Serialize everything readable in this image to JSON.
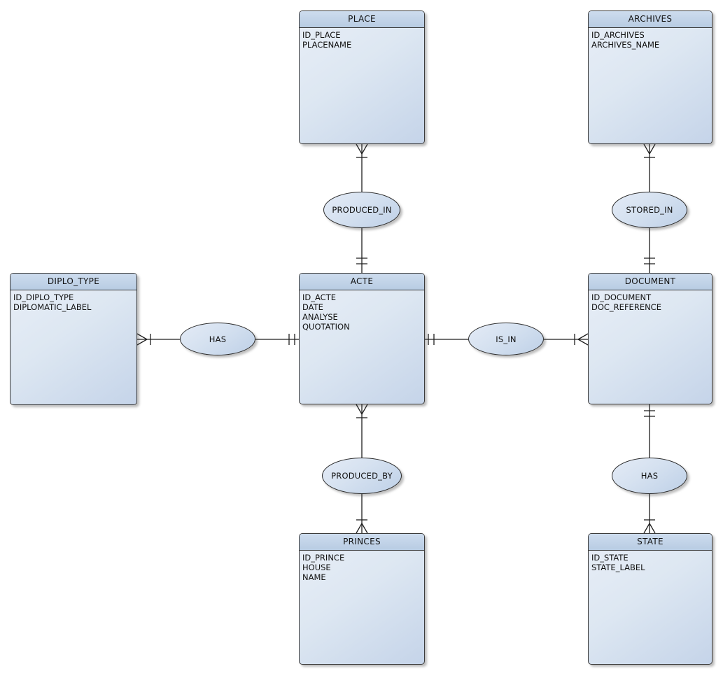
{
  "diagram": {
    "entities": [
      {
        "name": "PLACE",
        "attributes": [
          "ID_PLACE",
          "PLACENAME"
        ]
      },
      {
        "name": "ARCHIVES",
        "attributes": [
          "ID_ARCHIVES",
          "ARCHIVES_NAME"
        ]
      },
      {
        "name": "DIPLO_TYPE",
        "attributes": [
          "ID_DIPLO_TYPE",
          "DIPLOMATIC_LABEL"
        ]
      },
      {
        "name": "ACTE",
        "attributes": [
          "ID_ACTE",
          "DATE",
          "ANALYSE",
          "QUOTATION"
        ]
      },
      {
        "name": "DOCUMENT",
        "attributes": [
          "ID_DOCUMENT",
          "DOC_REFERENCE"
        ]
      },
      {
        "name": "PRINCES",
        "attributes": [
          "ID_PRINCE",
          "HOUSE",
          "NAME"
        ]
      },
      {
        "name": "STATE",
        "attributes": [
          "ID_STATE",
          "STATE_LABEL"
        ]
      }
    ],
    "relationships": [
      {
        "label": "PRODUCED_IN",
        "from": "PLACE",
        "to": "ACTE",
        "from_marker": "crow-foot-bar",
        "to_marker": "double-bar"
      },
      {
        "label": "STORED_IN",
        "from": "ARCHIVES",
        "to": "DOCUMENT",
        "from_marker": "crow-foot-bar",
        "to_marker": "double-bar"
      },
      {
        "label": "HAS",
        "from": "DIPLO_TYPE",
        "to": "ACTE",
        "from_marker": "crow-foot-bar",
        "to_marker": "double-bar"
      },
      {
        "label": "IS_IN",
        "from": "ACTE",
        "to": "DOCUMENT",
        "from_marker": "double-bar",
        "to_marker": "bar-crow-foot"
      },
      {
        "label": "PRODUCED_BY",
        "from": "ACTE",
        "to": "PRINCES",
        "from_marker": "crow-foot-bar",
        "to_marker": "bar-crow-foot"
      },
      {
        "label": "HAS",
        "from": "DOCUMENT",
        "to": "STATE",
        "from_marker": "double-bar",
        "to_marker": "bar-crow-foot"
      }
    ],
    "colors": {
      "entity_header": "#bfd1e6",
      "entity_body": "#d9e3f0",
      "border": "#3b3b3b",
      "wire": "#1e1e1e",
      "background": "#ffffff"
    }
  }
}
